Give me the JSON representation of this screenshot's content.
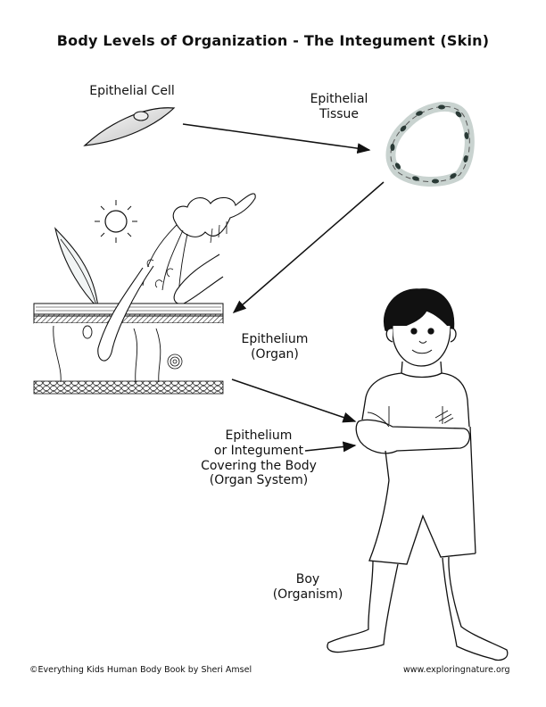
{
  "title": "Body Levels of Organization - The Integument (Skin)",
  "levels": [
    {
      "id": "cell",
      "label": [
        "Epithelial Cell"
      ]
    },
    {
      "id": "tissue",
      "label": [
        "Epithelial",
        "Tissue"
      ]
    },
    {
      "id": "organ",
      "label": [
        "Epithelium",
        "(Organ)"
      ]
    },
    {
      "id": "organ-system",
      "label": [
        "Epithelium",
        "or Integument",
        "Covering the Body",
        "(Organ System)"
      ]
    },
    {
      "id": "organism",
      "label": [
        "Boy",
        "(Organism)"
      ]
    }
  ],
  "footer": {
    "credit": "©Everything Kids Human Body Book by Sheri Amsel",
    "website": "www.exploringnature.org"
  },
  "colors": {
    "ink": "#111111",
    "tissue_fill": "#c9d3d0",
    "nucleus": "#2a3a36"
  }
}
